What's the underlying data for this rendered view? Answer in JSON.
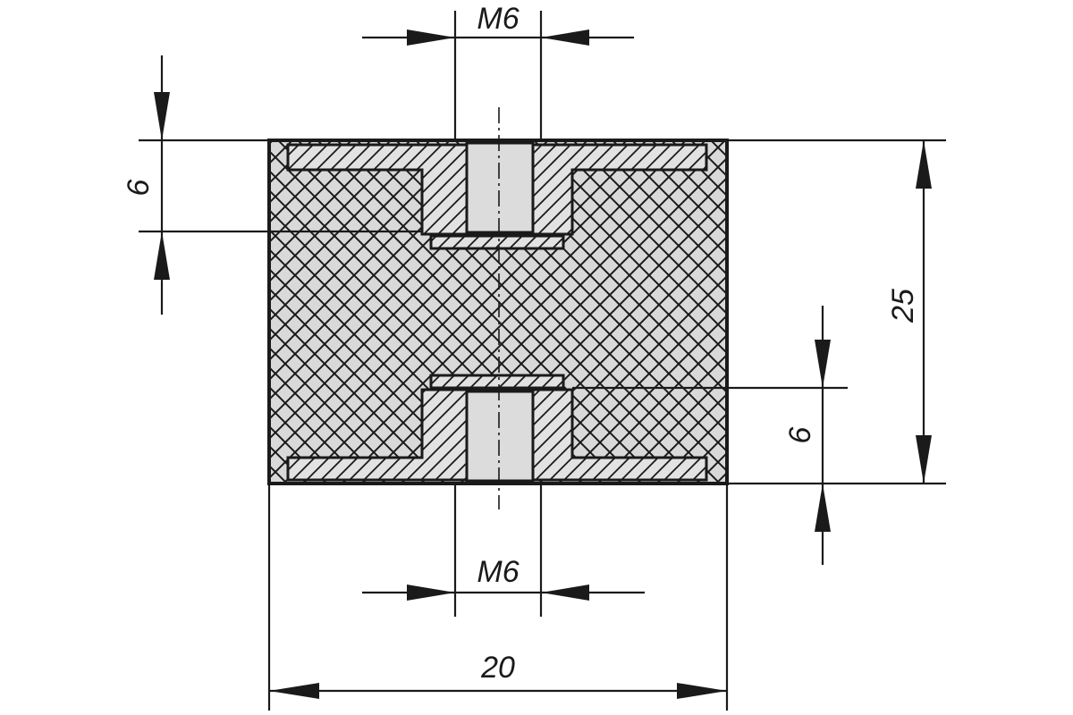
{
  "drawing": {
    "dimensions": {
      "top_thread": "M6",
      "bottom_thread": "M6",
      "top_insert_depth": "6",
      "bottom_insert_depth": "6",
      "total_height": "25",
      "diameter": "20"
    },
    "colors": {
      "line": "#1a1a1a",
      "rubber_fill": "#d9d9d9",
      "bore_fill": "#dcdcdc"
    }
  }
}
